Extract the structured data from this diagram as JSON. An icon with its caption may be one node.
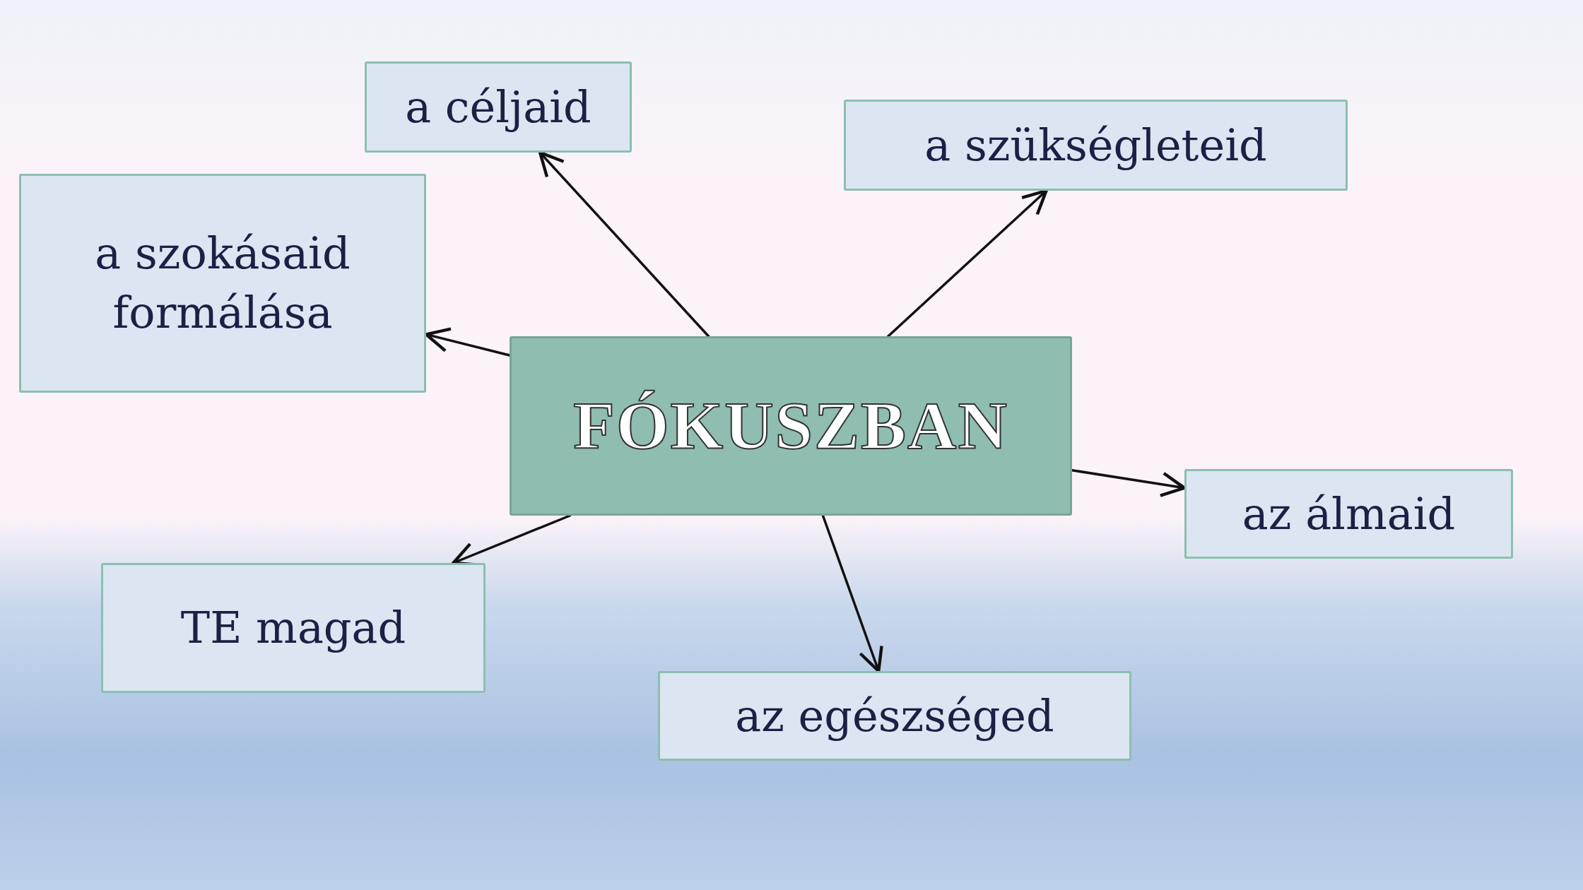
{
  "diagram": {
    "nodes": [
      {
        "text": [
          "FÓKUSZBAN"
        ]
      },
      {
        "text": [
          "a céljaid"
        ]
      },
      {
        "text": [
          "a szükségleteid"
        ]
      },
      {
        "text": [
          "a szokásaid formálása"
        ]
      },
      {
        "text": [
          "az álmaid"
        ]
      },
      {
        "text": [
          "TE magad"
        ]
      },
      {
        "text": [
          "az egészséged"
        ]
      }
    ],
    "edges": [
      {
        "from": 0,
        "to": 1,
        "arrow": "to"
      },
      {
        "from": 0,
        "to": 2,
        "arrow": "to"
      },
      {
        "from": 0,
        "to": 3,
        "arrow": "to"
      },
      {
        "from": 0,
        "to": 4,
        "arrow": "to"
      },
      {
        "from": 0,
        "to": 5,
        "arrow": "to"
      },
      {
        "from": 0,
        "to": 6,
        "arrow": "to"
      }
    ]
  }
}
